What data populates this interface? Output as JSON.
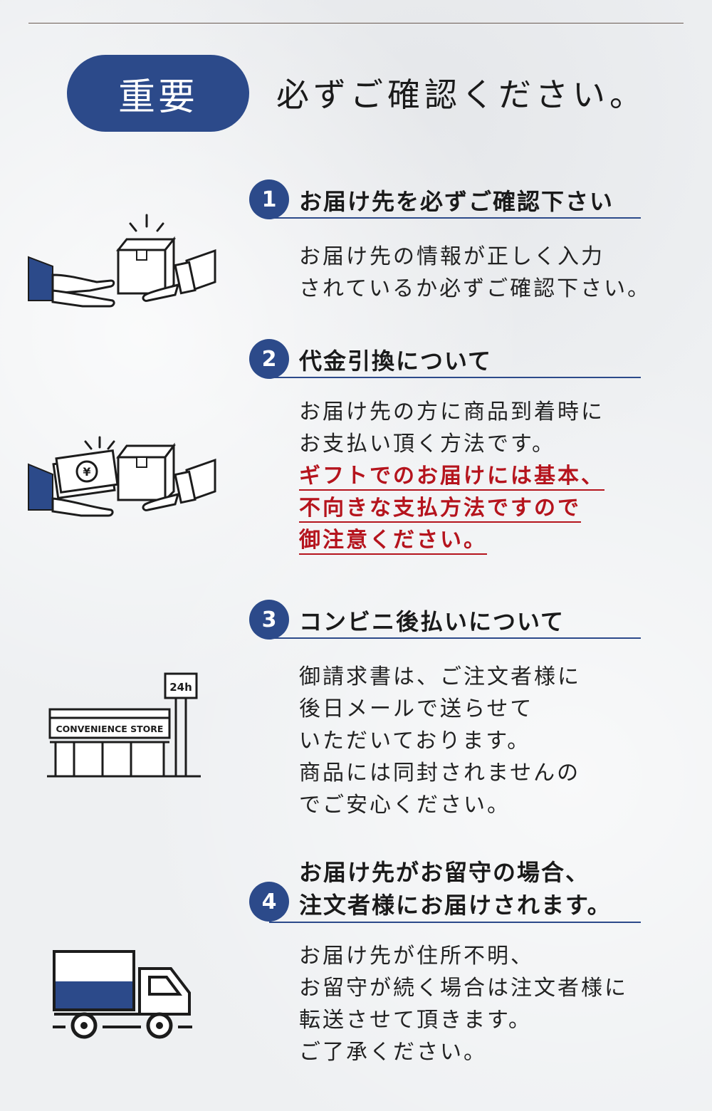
{
  "header": {
    "badge": "重要",
    "headline": "必ずご確認ください。"
  },
  "sections": [
    {
      "number": "1",
      "title": "お届け先を必ずご確認下さい",
      "lines": [
        "お届け先の情報が正しく入力",
        "されているか必ずご確認下さい。"
      ]
    },
    {
      "number": "2",
      "title": "代金引換について",
      "lines": [
        "お届け先の方に商品到着時に",
        "お支払い頂く方法です。"
      ],
      "warning_lines": [
        "ギフトでのお届けには基本、",
        "不向きな支払方法ですので",
        "御注意ください。"
      ]
    },
    {
      "number": "3",
      "title": "コンビニ後払いについて",
      "lines": [
        "御請求書は、ご注文者様に",
        "後日メールで送らせて",
        "いただいております。",
        "商品には同封されませんの",
        "でご安心ください。"
      ]
    },
    {
      "number": "4",
      "title_lines": [
        "お届け先がお留守の場合、",
        "注文者様にお届けされます。"
      ],
      "lines": [
        "お届け先が住所不明、",
        "お留守が続く場合は注文者様に",
        "転送させて頂きます。",
        "ご了承ください。"
      ]
    }
  ],
  "illustrations": {
    "store_sign": "CONVENIENCE STORE",
    "store_hours": "24h",
    "currency_symbol": "¥"
  },
  "colors": {
    "accent": "#2c4a8a",
    "warning": "#b5141d",
    "text": "#222222"
  }
}
